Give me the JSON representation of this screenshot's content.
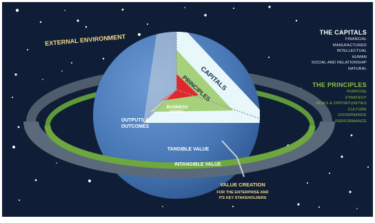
{
  "diagram": {
    "external_environment": "EXTERNAL ENVIRONMENT",
    "layers": {
      "core": [
        "BUSINESS",
        "MODEL"
      ],
      "principles": "PRINCIPLES",
      "capitals": "CAPITALS"
    },
    "outputs_outcomes": [
      "OUTPUTS &",
      "OUTCOMES"
    ],
    "rings": {
      "tangible": "TANGIBLE VALUE",
      "intangible": "INTANGIBLE VALUE"
    },
    "value_creation": {
      "title": "VALUE CREATION",
      "lines": [
        "FOR THE ENTERPRISE AND",
        "ITS KEY STAKEHOLDERS"
      ]
    }
  },
  "capitals_panel": {
    "heading": "THE CAPITALS",
    "items": [
      "FINANCIAL",
      "MANUFACTURED",
      "INTELLECTUAL",
      "HUMAN",
      "SOCIAL AND RELATIONSHIP",
      "NATURAL"
    ]
  },
  "principles_panel": {
    "heading": "THE PRINCIPLES",
    "items": [
      "PURPOSE",
      "STRATEGY",
      "RISKS & OPPORTUNITIES",
      "CULTURE",
      "GOVERNANCE",
      "PERFORMANCE"
    ]
  },
  "colors": {
    "space": "#0f1e36",
    "planet": "#4a78b4",
    "ring": "#5a6878",
    "tangible_ring": "#6ea640",
    "capitals_layer": "#def4f6",
    "principles_layer": "#a7d07a",
    "core": "#e2262b",
    "accent_text": "#f5d88a",
    "principles_green": "#8cc63f"
  }
}
